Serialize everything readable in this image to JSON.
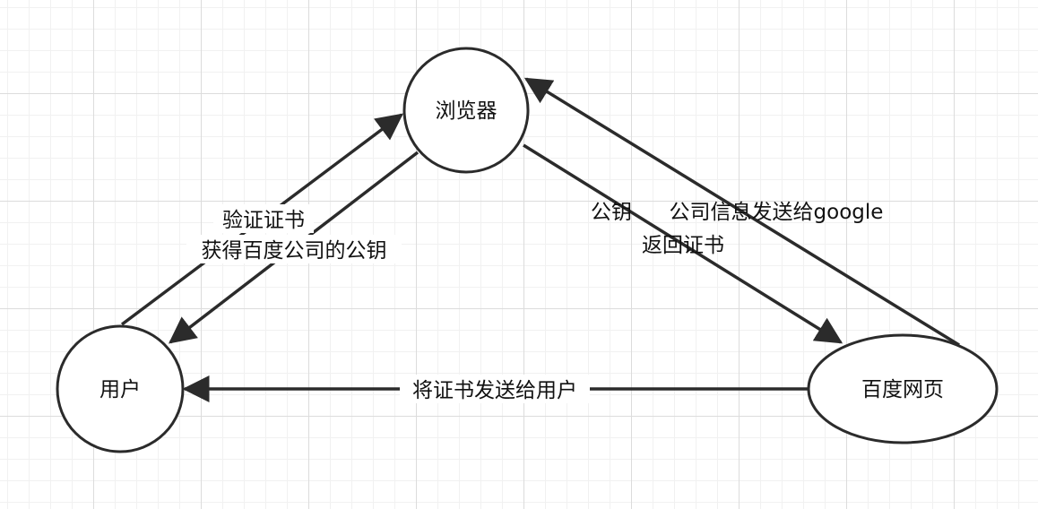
{
  "nodes": {
    "browser": "浏览器",
    "user": "用户",
    "baidu": "百度网页"
  },
  "edges": {
    "user_to_browser": "验证证书",
    "browser_to_user": "获得百度公司的公钥",
    "baidu_to_browser": "公司信息发送给google",
    "browser_to_baidu_line1": "公钥",
    "browser_to_baidu_line2": "返回证书",
    "baidu_to_user": "将证书发送给用户"
  },
  "colors": {
    "stroke": "#2b2b2b",
    "grid": "#dcdcdc"
  }
}
